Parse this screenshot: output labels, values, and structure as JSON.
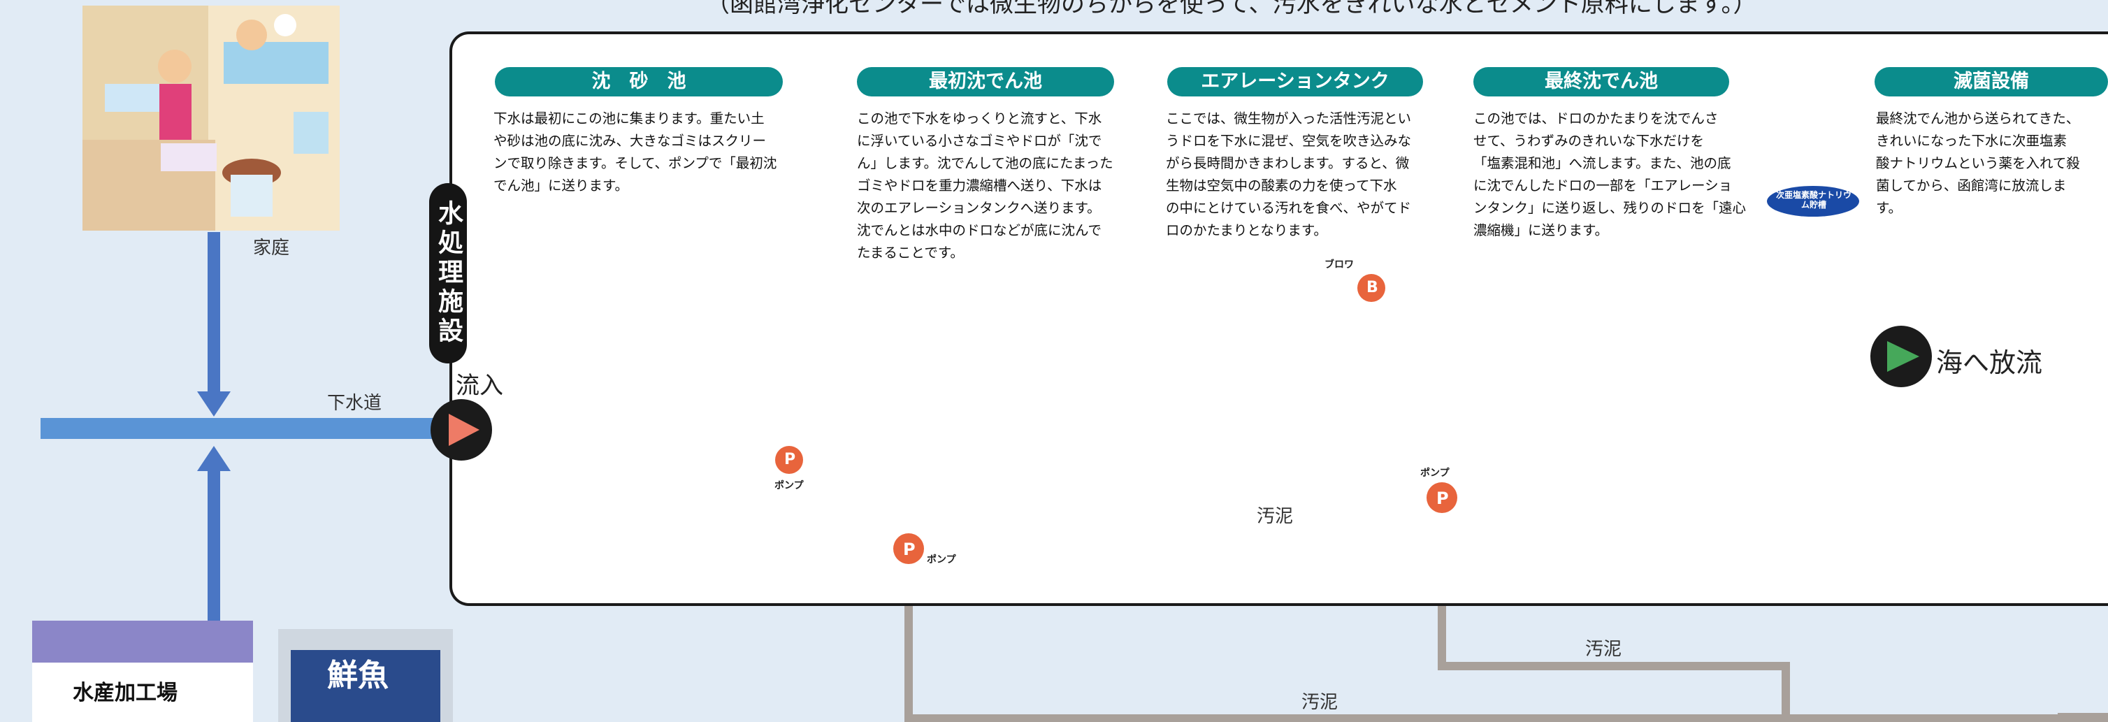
{
  "header": "（函館湾浄化センターでは微生物のちからを使って、汚水をきれいな水とセメント原料にします。）",
  "vertical_title": "水処理施設",
  "labels": {
    "home": "家庭",
    "sewer": "下水道",
    "inflow": "流入",
    "outflow": "海へ放流",
    "blower": "ブロワ",
    "pump": "ポンプ",
    "sludge": "汚泥",
    "factory": "水産加工場",
    "fish_sign": "鮮魚",
    "tank_label": "次亜塩素酸ナトリウム貯槽"
  },
  "stages": [
    {
      "title": "沈　砂　池",
      "desc": [
        "下水は最初にこの池に集まります。重たい土",
        "や砂は池の底に沈み、大きなゴミはスクリー",
        "ンで取り除きます。そして、ポンプで「最初沈",
        "でん池」に送ります。"
      ]
    },
    {
      "title": "最初沈でん池",
      "desc": [
        "この池で下水をゆっくりと流すと、下水",
        "に浮いている小さなゴミやドロが「沈で",
        "ん」します。沈でんして池の底にたまった",
        "ゴミやドロを重力濃縮槽へ送り、下水は",
        "次のエアレーションタンクへ送ります。",
        "沈でんとは水中のドロなどが底に沈んで",
        "たまることです。"
      ]
    },
    {
      "title": "エアレーションタンク",
      "desc": [
        "ここでは、微生物が入った活性汚泥とい",
        "うドロを下水に混ぜ、空気を吹き込みな",
        "がら長時間かきまわします。すると、微",
        "生物は空気中の酸素の力を使って下水",
        "の中にとけている汚れを食べ、やがてド",
        "ロのかたまりとなります。"
      ]
    },
    {
      "title": "最終沈でん池",
      "desc": [
        "この池では、ドロのかたまりを沈でんさ",
        "せて、うわずみのきれいな下水だけを",
        "「塩素混和池」へ流します。また、池の底",
        "に沈でんしたドロの一部を「エアレーショ",
        "ンタンク」に送り返し、残りのドロを「遠心",
        "濃縮機」に送ります。"
      ]
    },
    {
      "title": "滅菌設備",
      "desc": [
        "最終沈でん池から送られてきた、",
        "きれいになった下水に次亜塩素",
        "酸ナトリウムという薬を入れて殺",
        "菌してから、函館湾に放流しま",
        "す。"
      ]
    }
  ],
  "colors": {
    "pill": "#0b8c8c",
    "water": "#8ab4e3",
    "deep_water": "#0b9ad8",
    "sludge": "#d9cf9d",
    "pipe": "#a8a09a",
    "arrow": "#49bde8",
    "sewer": "#5a94d6",
    "pump": "#e8643c"
  }
}
